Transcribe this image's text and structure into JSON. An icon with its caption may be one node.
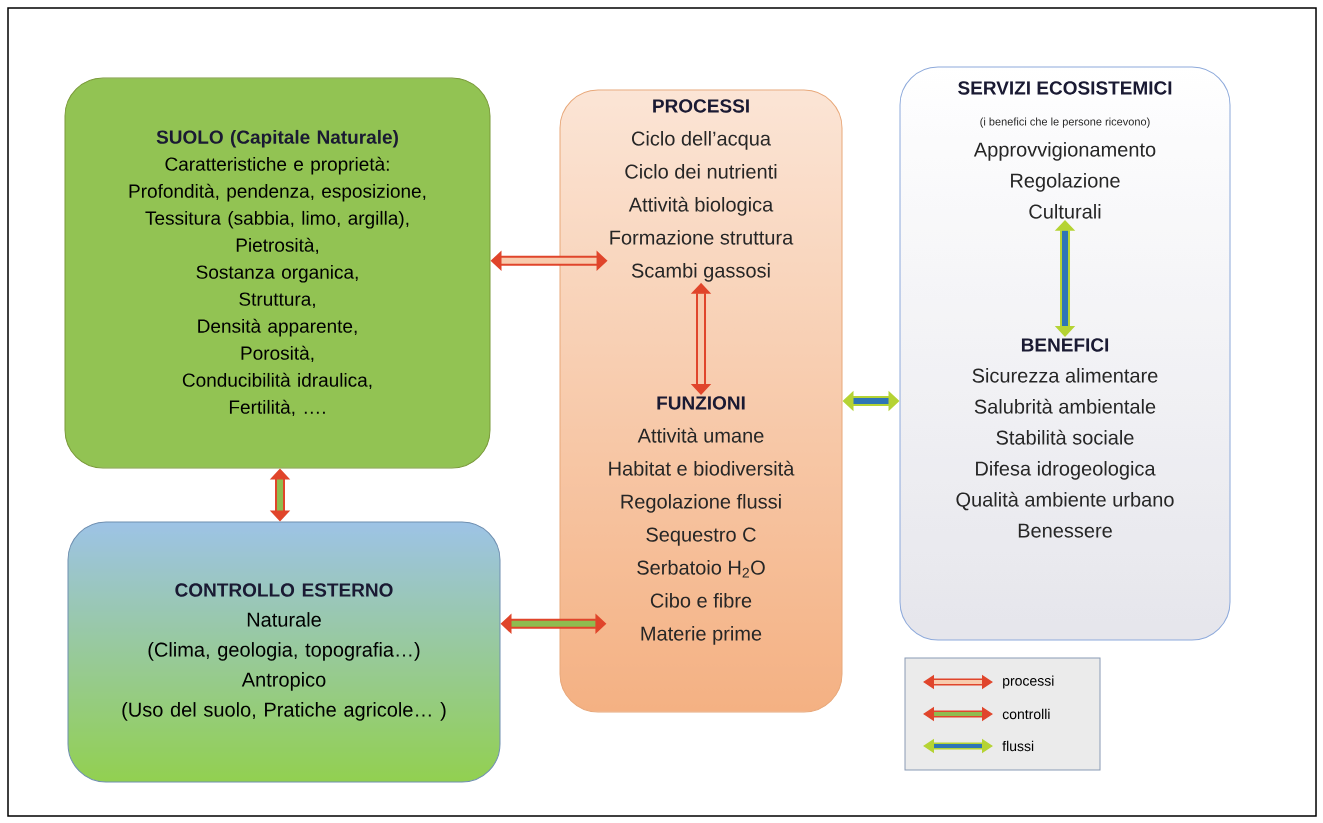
{
  "diagram": {
    "nodes": [
      {
        "text": [
          "SUOLO (Capitale Naturale)",
          "Caratteristiche e proprietà:",
          "Profondità, pendenza, esposizione,",
          "Tessitura (sabbia, limo, argilla),",
          "Pietrosità,",
          "Sostanza organica,",
          "Struttura,",
          "Densità apparente,",
          "Porosità,",
          "Conducibilità idraulica,",
          "Fertilità, …."
        ]
      },
      {
        "text": [
          "CONTROLLO ESTERNO",
          "Naturale",
          "(Clima, geologia, topografia…)",
          "Antropico",
          "(Uso del suolo, Pratiche agricole… )"
        ]
      },
      {
        "text": [],
        "shape": "box"
      },
      {
        "text": [
          "PROCESSI",
          "Ciclo dell’acqua",
          "Ciclo dei nutrienti",
          "Attività biologica",
          "Formazione struttura",
          "Scambi gassosi"
        ],
        "in": 2
      },
      {
        "text": [
          "FUNZIONI",
          "Attività umane",
          "Habitat e biodiversità",
          "Regolazione flussi",
          "Sequestro C",
          "Serbatoio H$_{2}$O",
          "Cibo e fibre",
          "Materie prime"
        ],
        "in": 2
      },
      {
        "text": [],
        "shape": "box"
      },
      {
        "text": [
          "SERVIZI ECOSISTEMICI",
          "(i benefici che le persone ricevono)",
          "Approvvigionamento",
          "Regolazione",
          "Culturali"
        ],
        "in": 5
      },
      {
        "text": [
          "BENEFICI",
          "Sicurezza alimentare",
          "Salubrità ambientale",
          "Stabilità sociale",
          "Difesa idrogeologica",
          "Qualità ambiente urbano",
          "Benessere"
        ],
        "in": 5
      }
    ],
    "edges": [
      {
        "from": 0,
        "to": 3,
        "arrow": "both"
      },
      {
        "from": 3,
        "to": 4,
        "arrow": "both"
      },
      {
        "from": 0,
        "to": 1,
        "arrow": "both"
      },
      {
        "from": 1,
        "to": 4,
        "arrow": "both"
      },
      {
        "from": 2,
        "to": 5,
        "arrow": "both",
        "color": "#b5d334"
      },
      {
        "from": 6,
        "to": 7,
        "arrow": "both",
        "color": "#b5d334"
      }
    ],
    "legend": [
      {
        "text": "processi"
      },
      {
        "text": "controlli"
      },
      {
        "text": "flussi"
      }
    ]
  }
}
